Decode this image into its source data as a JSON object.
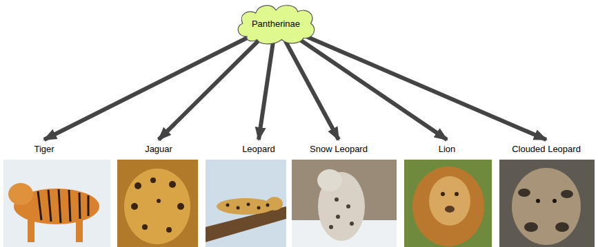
{
  "diagram": {
    "nodes": [
      {
        "text": [
          "Pantherinae"
        ]
      },
      {
        "text": [
          "Tiger"
        ]
      },
      {
        "text": [
          "Jaguar"
        ]
      },
      {
        "text": [
          "Leopard"
        ]
      },
      {
        "text": [
          "Snow Leopard"
        ]
      },
      {
        "text": [
          "Lion"
        ]
      },
      {
        "text": [
          "Clouded Leopard"
        ]
      }
    ],
    "edges": [
      {
        "from": 0,
        "to": 1,
        "arrow": "to"
      },
      {
        "from": 0,
        "to": 2,
        "arrow": "to"
      },
      {
        "from": 0,
        "to": 3,
        "arrow": "to"
      },
      {
        "from": 0,
        "to": 4,
        "arrow": "to"
      },
      {
        "from": 0,
        "to": 5,
        "arrow": "to"
      },
      {
        "from": 0,
        "to": 6,
        "arrow": "to"
      }
    ]
  }
}
